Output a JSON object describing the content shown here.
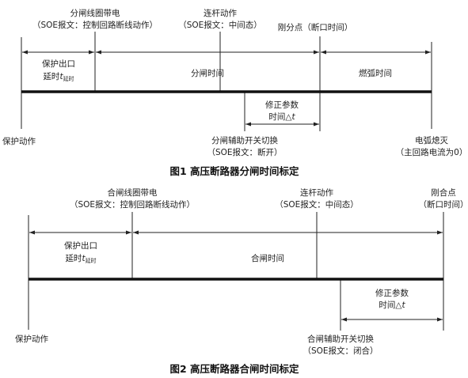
{
  "figure1": {
    "caption": "图1   高压断路器分闸时间标定",
    "events": {
      "trip_coil_line1": "分闸线圈带电",
      "trip_coil_line2": "（SOE报文：控制回路断线动作）",
      "linkage_line1": "连杆动作",
      "linkage_line2": "（SOE报文：中间态）",
      "contact_open_line1": "刚分点（断口时间）",
      "protection": "保护动作",
      "aux_switch_line1": "分闸辅助开关切换",
      "aux_switch_line2": "（SOE报文：断开）",
      "arc_out_line1": "电弧熄灭",
      "arc_out_line2": "（主回路电流为0）"
    },
    "intervals": {
      "protection_line1": "保护出口",
      "protection_line2": "延时",
      "protection_var": "t",
      "protection_sub": "延时",
      "opening_time": "分闸时间",
      "arcing_time": "燃弧时间",
      "correction_line1": "修正参数",
      "correction_line2": "时间△",
      "correction_var": "t"
    }
  },
  "figure2": {
    "caption": "图2   高压断路器合闸时间标定",
    "events": {
      "close_coil_line1": "合闸线圈带电",
      "close_coil_line2": "（SOE报文：控制回路断线动作）",
      "linkage_line1": "连杆动作",
      "linkage_line2": "（SOE报文：中间态）",
      "contact_close_line1": "刚合点",
      "contact_close_line2": "（断口时间）",
      "protection": "保护动作",
      "aux_switch_line1": "合闸辅助开关切换",
      "aux_switch_line2": "（SOE报文：闭合）"
    },
    "intervals": {
      "protection_line1": "保护出口",
      "protection_line2": "延时",
      "protection_var": "t",
      "protection_sub": "延时",
      "closing_time": "合闸时间",
      "correction_line1": "修正参数",
      "correction_line2": "时间△",
      "correction_var": "t"
    }
  }
}
